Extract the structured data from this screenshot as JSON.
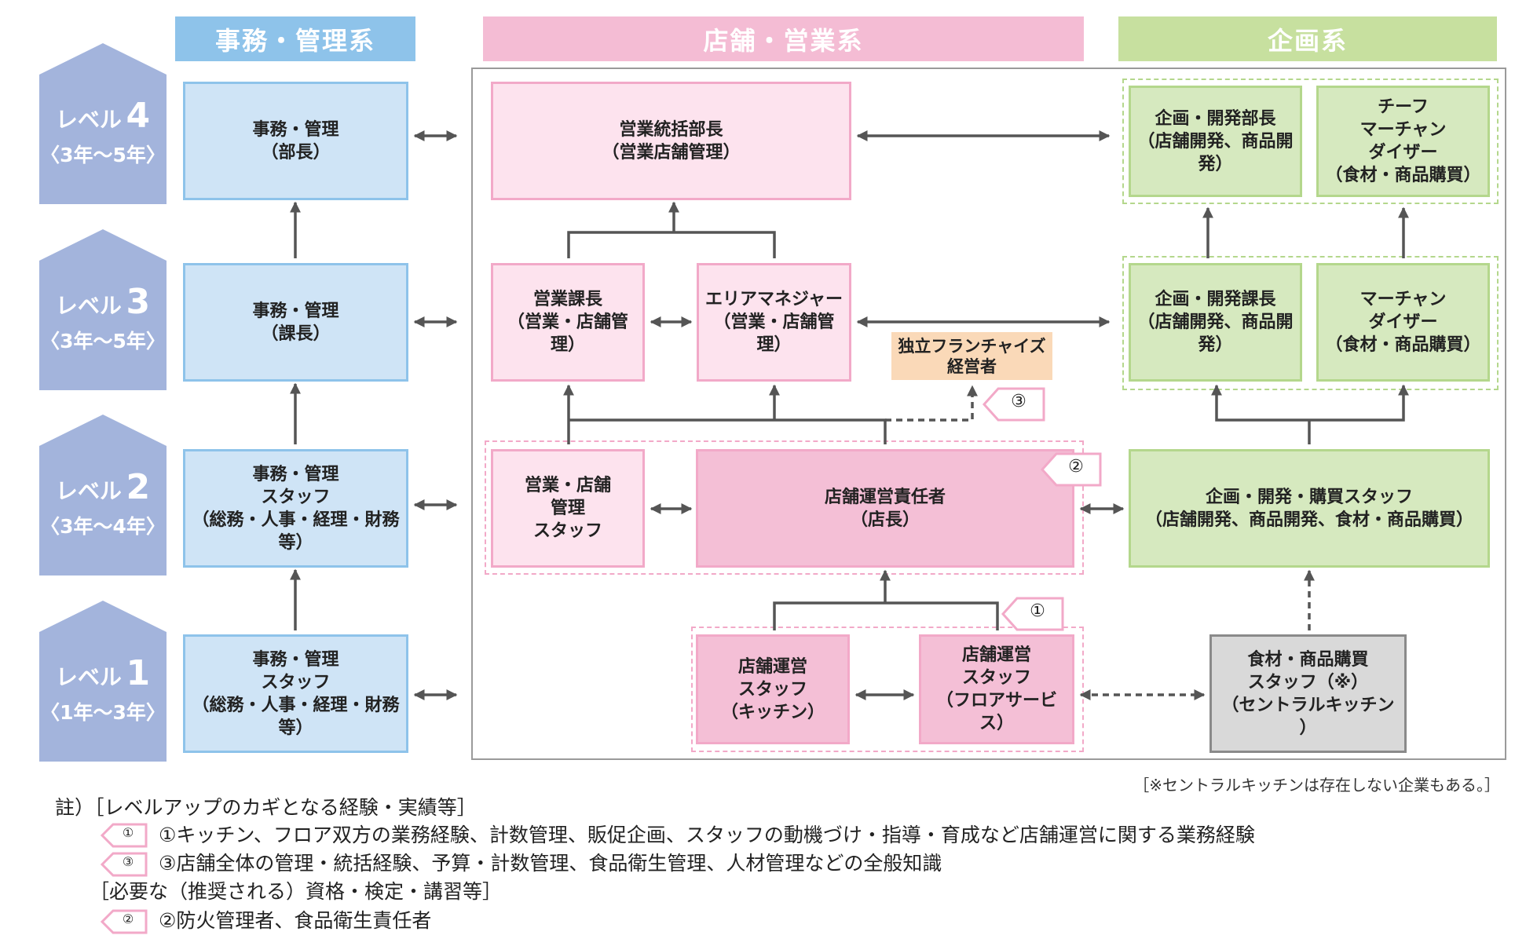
{
  "columns": {
    "admin": "事務・管理系",
    "store": "店舗・営業系",
    "planning": "企画系"
  },
  "levels": [
    {
      "label": "レベル",
      "num": "4",
      "years": "〈3年～5年〉"
    },
    {
      "label": "レベル",
      "num": "3",
      "years": "〈3年～5年〉"
    },
    {
      "label": "レベル",
      "num": "2",
      "years": "〈3年～4年〉"
    },
    {
      "label": "レベル",
      "num": "1",
      "years": "〈1年～3年〉"
    }
  ],
  "admin_boxes": {
    "l4": [
      "事務・管理",
      "（部長）"
    ],
    "l3": [
      "事務・管理",
      "（課長）"
    ],
    "l2": [
      "事務・管理",
      "スタッフ",
      "（総務・人事・経理・財務等）"
    ],
    "l1": [
      "事務・管理",
      "スタッフ",
      "（総務・人事・経理・財務等）"
    ]
  },
  "store_boxes": {
    "general_manager": [
      "営業統括部長",
      "（営業店舗管理）"
    ],
    "sales_manager": [
      "営業課長",
      "（営業・店舗管理）"
    ],
    "area_manager": [
      "エリアマネジャー",
      "（営業・店舗管理）"
    ],
    "franchise": [
      "独立フランチャイズ",
      "経営者"
    ],
    "store_admin_staff": [
      "営業・店舗",
      "管理",
      "スタッフ"
    ],
    "store_manager": [
      "店舗運営責任者",
      "（店長）"
    ],
    "kitchen_staff": [
      "店舗運営",
      "スタッフ",
      "（キッチン）"
    ],
    "floor_staff": [
      "店舗運営",
      "スタッフ",
      "（フロアサービス）"
    ]
  },
  "planning_boxes": {
    "dev_director": [
      "企画・開発部長",
      "（店舗開発、商品開発）"
    ],
    "chief_md": [
      "チーフ",
      "マーチャン",
      "ダイザー",
      "（食材・商品購買）"
    ],
    "dev_manager": [
      "企画・開発課長",
      "（店舗開発、商品開発）"
    ],
    "md": [
      "マーチャン",
      "ダイザー",
      "（食材・商品購買）"
    ],
    "dev_staff": [
      "企画・開発・購買スタッフ",
      "（店舗開発、商品開発、食材・商品購買）"
    ],
    "purchasing_staff": [
      "食材・商品購買",
      "スタッフ（※）",
      "（セントラルキッチン ）"
    ]
  },
  "tags": {
    "t1": "①",
    "t2": "②",
    "t3": "③"
  },
  "footnote": "［※セントラルキッチンは存在しない企業もある。］",
  "notes": {
    "heading1": "註）［レベルアップのカギとなる経験・実績等］",
    "item1": "①キッチン、フロア双方の業務経験、計数管理、販促企画、スタッフの動機づけ・指導・育成など店舗運営に関する業務経験",
    "item3": "③店舗全体の管理・統括経験、予算・計数管理、食品衛生管理、人材管理などの全般知識",
    "heading2": "［必要な（推奨される）資格・検定・講習等］",
    "item2": "②防火管理者、食品衛生責任者"
  },
  "colors": {
    "admin_header": "#8ec3ea",
    "store_header": "#f4bcd4",
    "planning_header": "#c7e09f",
    "level_badge": "#a3b4dc",
    "arrow": "#555555"
  }
}
